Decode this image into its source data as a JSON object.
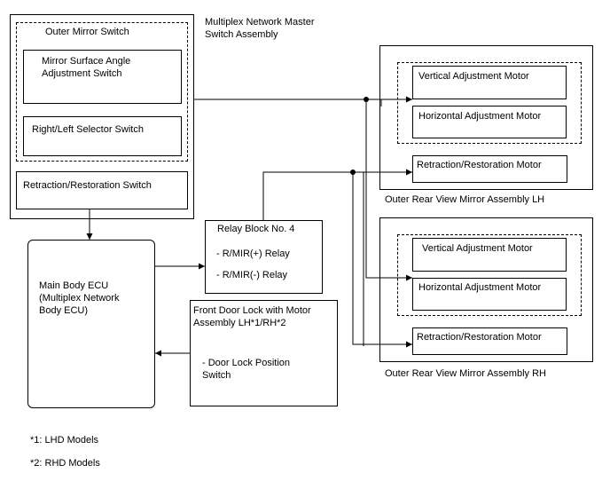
{
  "master_switch": {
    "title": "Multiplex Network Master\nSwitch Assembly",
    "outer_mirror_switch": "Outer Mirror Switch",
    "mirror_surface_switch": "Mirror Surface Angle\nAdjustment Switch",
    "selector_switch": "Right/Left Selector Switch",
    "retraction_switch": "Retraction/Restoration Switch"
  },
  "main_body_ecu": {
    "label": "Main Body ECU\n(Multiplex Network\nBody ECU)"
  },
  "relay_block": {
    "title": "Relay Block No. 4",
    "relay_plus": "- R/MIR(+) Relay",
    "relay_minus": "- R/MIR(-) Relay"
  },
  "door_lock": {
    "title": "Front Door Lock with Motor\nAssembly LH*1/RH*2",
    "switch": "- Door Lock Position\nSwitch"
  },
  "mirror_lh": {
    "vertical_motor": "Vertical Adjustment Motor",
    "horizontal_motor": "Horizontal Adjustment Motor",
    "retraction_motor": "Retraction/Restoration Motor",
    "caption": "Outer Rear View Mirror Assembly LH"
  },
  "mirror_rh": {
    "vertical_motor": "Vertical Adjustment Motor",
    "horizontal_motor": "Horizontal Adjustment Motor",
    "retraction_motor": "Retraction/Restoration Motor",
    "caption": "Outer Rear View Mirror Assembly RH"
  },
  "footnotes": {
    "note1": "*1: LHD Models",
    "note2": "*2: RHD Models"
  }
}
